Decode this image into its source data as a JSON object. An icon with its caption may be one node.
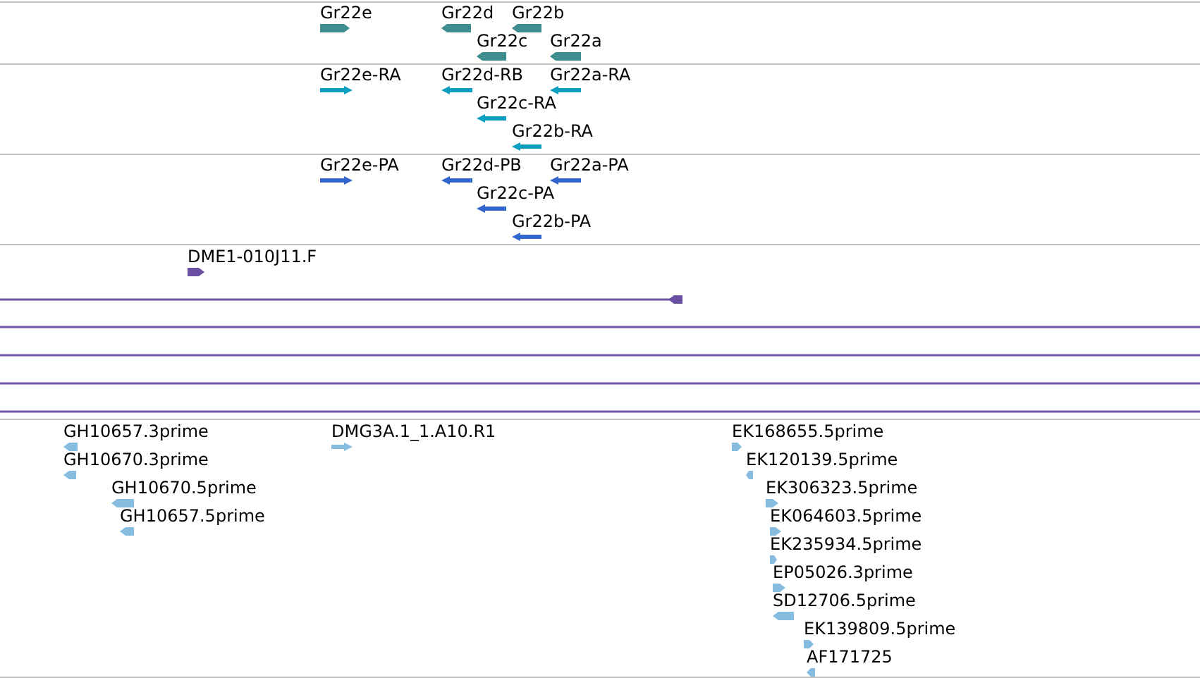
{
  "diagram": {
    "nodes": [
      {
        "text": [
          "Gr22e"
        ]
      },
      {
        "text": [
          "Gr22d"
        ]
      },
      {
        "text": [
          "Gr22b"
        ]
      },
      {
        "text": [
          "Gr22c"
        ]
      },
      {
        "text": [
          "Gr22a"
        ]
      },
      {
        "text": [
          "Gr22e-RA"
        ]
      },
      {
        "text": [
          "Gr22d-RB"
        ]
      },
      {
        "text": [
          "Gr22a-RA"
        ]
      },
      {
        "text": [
          "Gr22c-RA"
        ]
      },
      {
        "text": [
          "Gr22b-RA"
        ]
      },
      {
        "text": [
          "Gr22e-PA"
        ]
      },
      {
        "text": [
          "Gr22d-PB"
        ]
      },
      {
        "text": [
          "Gr22a-PA"
        ]
      },
      {
        "text": [
          "Gr22c-PA"
        ]
      },
      {
        "text": [
          "Gr22b-PA"
        ]
      },
      {
        "text": [
          "DME1-010J11.F"
        ]
      },
      {
        "text": [],
        "shape": "line"
      },
      {
        "text": [],
        "shape": "line"
      },
      {
        "text": [],
        "shape": "line"
      },
      {
        "text": [],
        "shape": "line"
      },
      {
        "text": [],
        "shape": "line"
      },
      {
        "text": [
          "GH10657.3prime"
        ]
      },
      {
        "text": [
          "DMG3A.1_1.A10.R1"
        ]
      },
      {
        "text": [
          "EK168655.5prime"
        ]
      },
      {
        "text": [
          "GH10670.3prime"
        ]
      },
      {
        "text": [
          "EK120139.5prime"
        ]
      },
      {
        "text": [
          "GH10670.5prime"
        ]
      },
      {
        "text": [
          "EK306323.5prime"
        ]
      },
      {
        "text": [
          "GH10657.5prime"
        ]
      },
      {
        "text": [
          "EK064603.5prime"
        ]
      },
      {
        "text": [
          "EK235934.5prime"
        ]
      },
      {
        "text": [
          "EP05026.3prime"
        ]
      },
      {
        "text": [
          "SD12706.5prime"
        ]
      },
      {
        "text": [
          "EK139809.5prime"
        ]
      },
      {
        "text": [
          "AF171725"
        ]
      }
    ]
  }
}
